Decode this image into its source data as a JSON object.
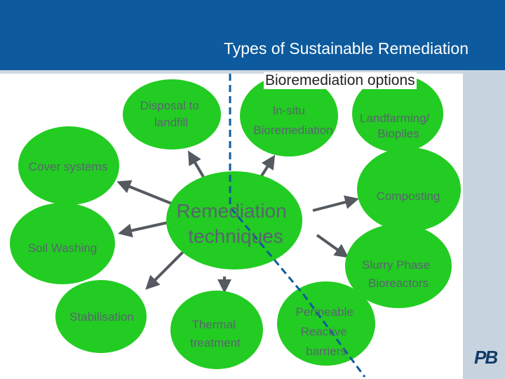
{
  "header": {
    "title": "Types of Sustainable Remediation"
  },
  "subtitle": "Bioremediation options",
  "center_node": {
    "line1": "Remediation",
    "line2": "techniques"
  },
  "nodes": {
    "disposal": {
      "line1": "Disposal to",
      "line2": "landfill"
    },
    "insitu": {
      "line1": "In-situ",
      "line2": "Bioremediation"
    },
    "landfarming": {
      "line1": "Landfarming/",
      "line2": "Biopiles"
    },
    "cover": {
      "line1": "Cover systems"
    },
    "composting": {
      "line1": "Composting"
    },
    "soil_washing": {
      "line1": "Soil Washing"
    },
    "slurry": {
      "line1": "Slurry Phase",
      "line2": "Bioreactors"
    },
    "stabilisation": {
      "line1": "Stabilisation"
    },
    "thermal": {
      "line1": "Thermal",
      "line2": "treatment"
    },
    "prb": {
      "line1": "Permeable",
      "line2": "Reactive",
      "line3": "barriers"
    }
  },
  "colors": {
    "header_bg": "#0d5a9e",
    "node_fill": "#22cc22",
    "arrow": "#555a60",
    "divider": "#0d5a9e"
  },
  "logo": {
    "text": "PB"
  }
}
